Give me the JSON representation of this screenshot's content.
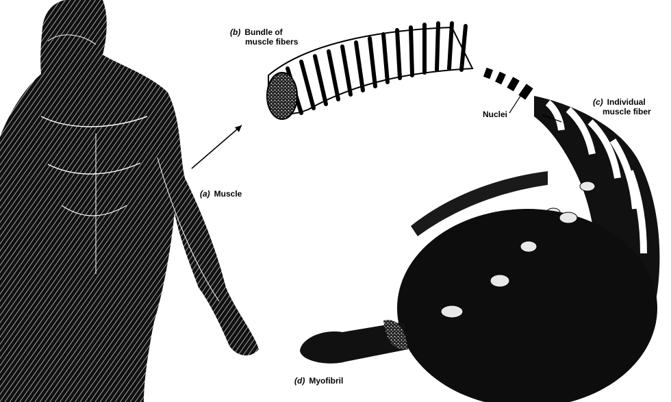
{
  "labels": {
    "bundle": {
      "letter": "(b)",
      "line1": "Bundle of",
      "line2": "muscle fibers"
    },
    "fiber": {
      "letter": "(c)",
      "line1": "Individual",
      "line2": "muscle fiber"
    },
    "nuclei": {
      "text": "Nuclei"
    },
    "muscle": {
      "letter": "(a)",
      "text": "Muscle"
    },
    "myofibril": {
      "letter": "(d)",
      "text": "Myofibril"
    }
  },
  "colors": {
    "ink": "#0a0a0a",
    "paper": "#ffffff"
  }
}
